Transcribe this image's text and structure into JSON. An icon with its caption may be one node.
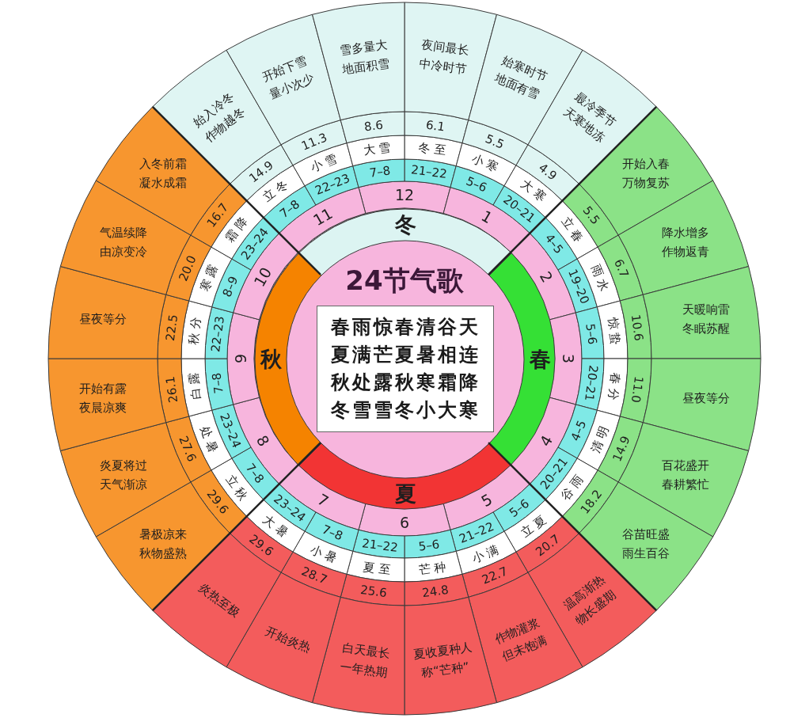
{
  "diagram": {
    "nodes": [
      {
        "text": [
          "24节气歌"
        ]
      },
      {
        "text": [
          "春雨惊春清谷天",
          "夏满芒夏暑相连",
          "秋处露秋寒霜降",
          "冬雪雪冬小大寒"
        ],
        "in": 0
      },
      {
        "text": [
          "冬"
        ],
        "in": 0
      },
      {
        "text": [
          "春"
        ],
        "in": 0
      },
      {
        "text": [
          "夏"
        ],
        "in": 0
      },
      {
        "text": [
          "秋"
        ],
        "in": 0
      },
      {
        "text": [
          "12"
        ]
      },
      {
        "text": [
          "1"
        ]
      },
      {
        "text": [
          "2"
        ]
      },
      {
        "text": [
          "3"
        ]
      },
      {
        "text": [
          "4"
        ]
      },
      {
        "text": [
          "5"
        ]
      },
      {
        "text": [
          "6"
        ]
      },
      {
        "text": [
          "7"
        ]
      },
      {
        "text": [
          "8"
        ]
      },
      {
        "text": [
          "9"
        ]
      },
      {
        "text": [
          "10"
        ]
      },
      {
        "text": [
          "11"
        ]
      },
      {
        "text": [
          "21–22"
        ]
      },
      {
        "text": [
          "5–6"
        ]
      },
      {
        "text": [
          "20–21"
        ]
      },
      {
        "text": [
          "4–5"
        ]
      },
      {
        "text": [
          "19–20"
        ]
      },
      {
        "text": [
          "5–6"
        ]
      },
      {
        "text": [
          "20–21"
        ]
      },
      {
        "text": [
          "4–5"
        ]
      },
      {
        "text": [
          "20–21"
        ]
      },
      {
        "text": [
          "5–6"
        ]
      },
      {
        "text": [
          "21–22"
        ]
      },
      {
        "text": [
          "5–6"
        ]
      },
      {
        "text": [
          "21–22"
        ]
      },
      {
        "text": [
          "7–8"
        ]
      },
      {
        "text": [
          "23–24"
        ]
      },
      {
        "text": [
          "7–8"
        ]
      },
      {
        "text": [
          "23–24"
        ]
      },
      {
        "text": [
          "7–8"
        ]
      },
      {
        "text": [
          "22–23"
        ]
      },
      {
        "text": [
          "8–9"
        ]
      },
      {
        "text": [
          "23–24"
        ]
      },
      {
        "text": [
          "7–8"
        ]
      },
      {
        "text": [
          "22–23"
        ]
      },
      {
        "text": [
          "7–8"
        ]
      },
      {
        "text": [
          "冬至"
        ]
      },
      {
        "text": [
          "小寒"
        ]
      },
      {
        "text": [
          "大寒"
        ]
      },
      {
        "text": [
          "立春"
        ]
      },
      {
        "text": [
          "雨水"
        ]
      },
      {
        "text": [
          "惊蛰"
        ]
      },
      {
        "text": [
          "春分"
        ]
      },
      {
        "text": [
          "清明"
        ]
      },
      {
        "text": [
          "谷雨"
        ]
      },
      {
        "text": [
          "立夏"
        ]
      },
      {
        "text": [
          "小满"
        ]
      },
      {
        "text": [
          "芒种"
        ]
      },
      {
        "text": [
          "夏至"
        ]
      },
      {
        "text": [
          "小暑"
        ]
      },
      {
        "text": [
          "大暑"
        ]
      },
      {
        "text": [
          "立秋"
        ]
      },
      {
        "text": [
          "处暑"
        ]
      },
      {
        "text": [
          "白露"
        ]
      },
      {
        "text": [
          "秋分"
        ]
      },
      {
        "text": [
          "寒露"
        ]
      },
      {
        "text": [
          "霜降"
        ]
      },
      {
        "text": [
          "立冬"
        ]
      },
      {
        "text": [
          "小雪"
        ]
      },
      {
        "text": [
          "大雪"
        ]
      },
      {
        "text": [
          "6.1"
        ]
      },
      {
        "text": [
          "5.5"
        ]
      },
      {
        "text": [
          "4.9"
        ]
      },
      {
        "text": [
          "5.5"
        ]
      },
      {
        "text": [
          "6.7"
        ]
      },
      {
        "text": [
          "10.6"
        ]
      },
      {
        "text": [
          "11.0"
        ]
      },
      {
        "text": [
          "14.9"
        ]
      },
      {
        "text": [
          "18.2"
        ]
      },
      {
        "text": [
          "20.7"
        ]
      },
      {
        "text": [
          "22.7"
        ]
      },
      {
        "text": [
          "24.8"
        ]
      },
      {
        "text": [
          "25.6"
        ]
      },
      {
        "text": [
          "28.7"
        ]
      },
      {
        "text": [
          "29.6"
        ]
      },
      {
        "text": [
          "29.6"
        ]
      },
      {
        "text": [
          "27.6"
        ]
      },
      {
        "text": [
          "26.1"
        ]
      },
      {
        "text": [
          "22.5"
        ]
      },
      {
        "text": [
          "20.0"
        ]
      },
      {
        "text": [
          "16.7"
        ]
      },
      {
        "text": [
          "14.9"
        ]
      },
      {
        "text": [
          "11.3"
        ]
      },
      {
        "text": [
          "8.6"
        ]
      },
      {
        "text": [
          "夜间最长中冷时节"
        ]
      },
      {
        "text": [
          "始寒时节地面有雪"
        ]
      },
      {
        "text": [
          "最冷季节天寒地冻"
        ]
      },
      {
        "text": [
          "开始入春万物复苏"
        ]
      },
      {
        "text": [
          "降水增多作物返青"
        ]
      },
      {
        "text": [
          "天暖响雷冬眠苏醒"
        ]
      },
      {
        "text": [
          "昼夜等分"
        ]
      },
      {
        "text": [
          "百花盛开春耕繁忙"
        ]
      },
      {
        "text": [
          "谷苗旺盛雨生百谷"
        ]
      },
      {
        "text": [
          "温高渐热物长盛期"
        ]
      },
      {
        "text": [
          "作物灌浆但未饱满"
        ]
      },
      {
        "text": [
          "夏收夏种人称“芒种”"
        ]
      },
      {
        "text": [
          "白天最长一年热期"
        ]
      },
      {
        "text": [
          "开始炎热"
        ]
      },
      {
        "text": [
          "炎热至极"
        ]
      },
      {
        "text": [
          "暑极凉来秋物盛熟"
        ]
      },
      {
        "text": [
          "炎夏将过天气渐凉"
        ]
      },
      {
        "text": [
          "开始有露夜晨凉爽"
        ]
      },
      {
        "text": [
          "昼夜等分"
        ]
      },
      {
        "text": [
          "气温续降由凉变冷"
        ]
      },
      {
        "text": [
          "入冬前霜凝水成霜"
        ]
      },
      {
        "text": [
          "始入冷冬作物越冬"
        ]
      },
      {
        "text": [
          "开始下雪量小次少"
        ]
      },
      {
        "text": [
          "雪多量大地面积雪"
        ]
      }
    ]
  }
}
